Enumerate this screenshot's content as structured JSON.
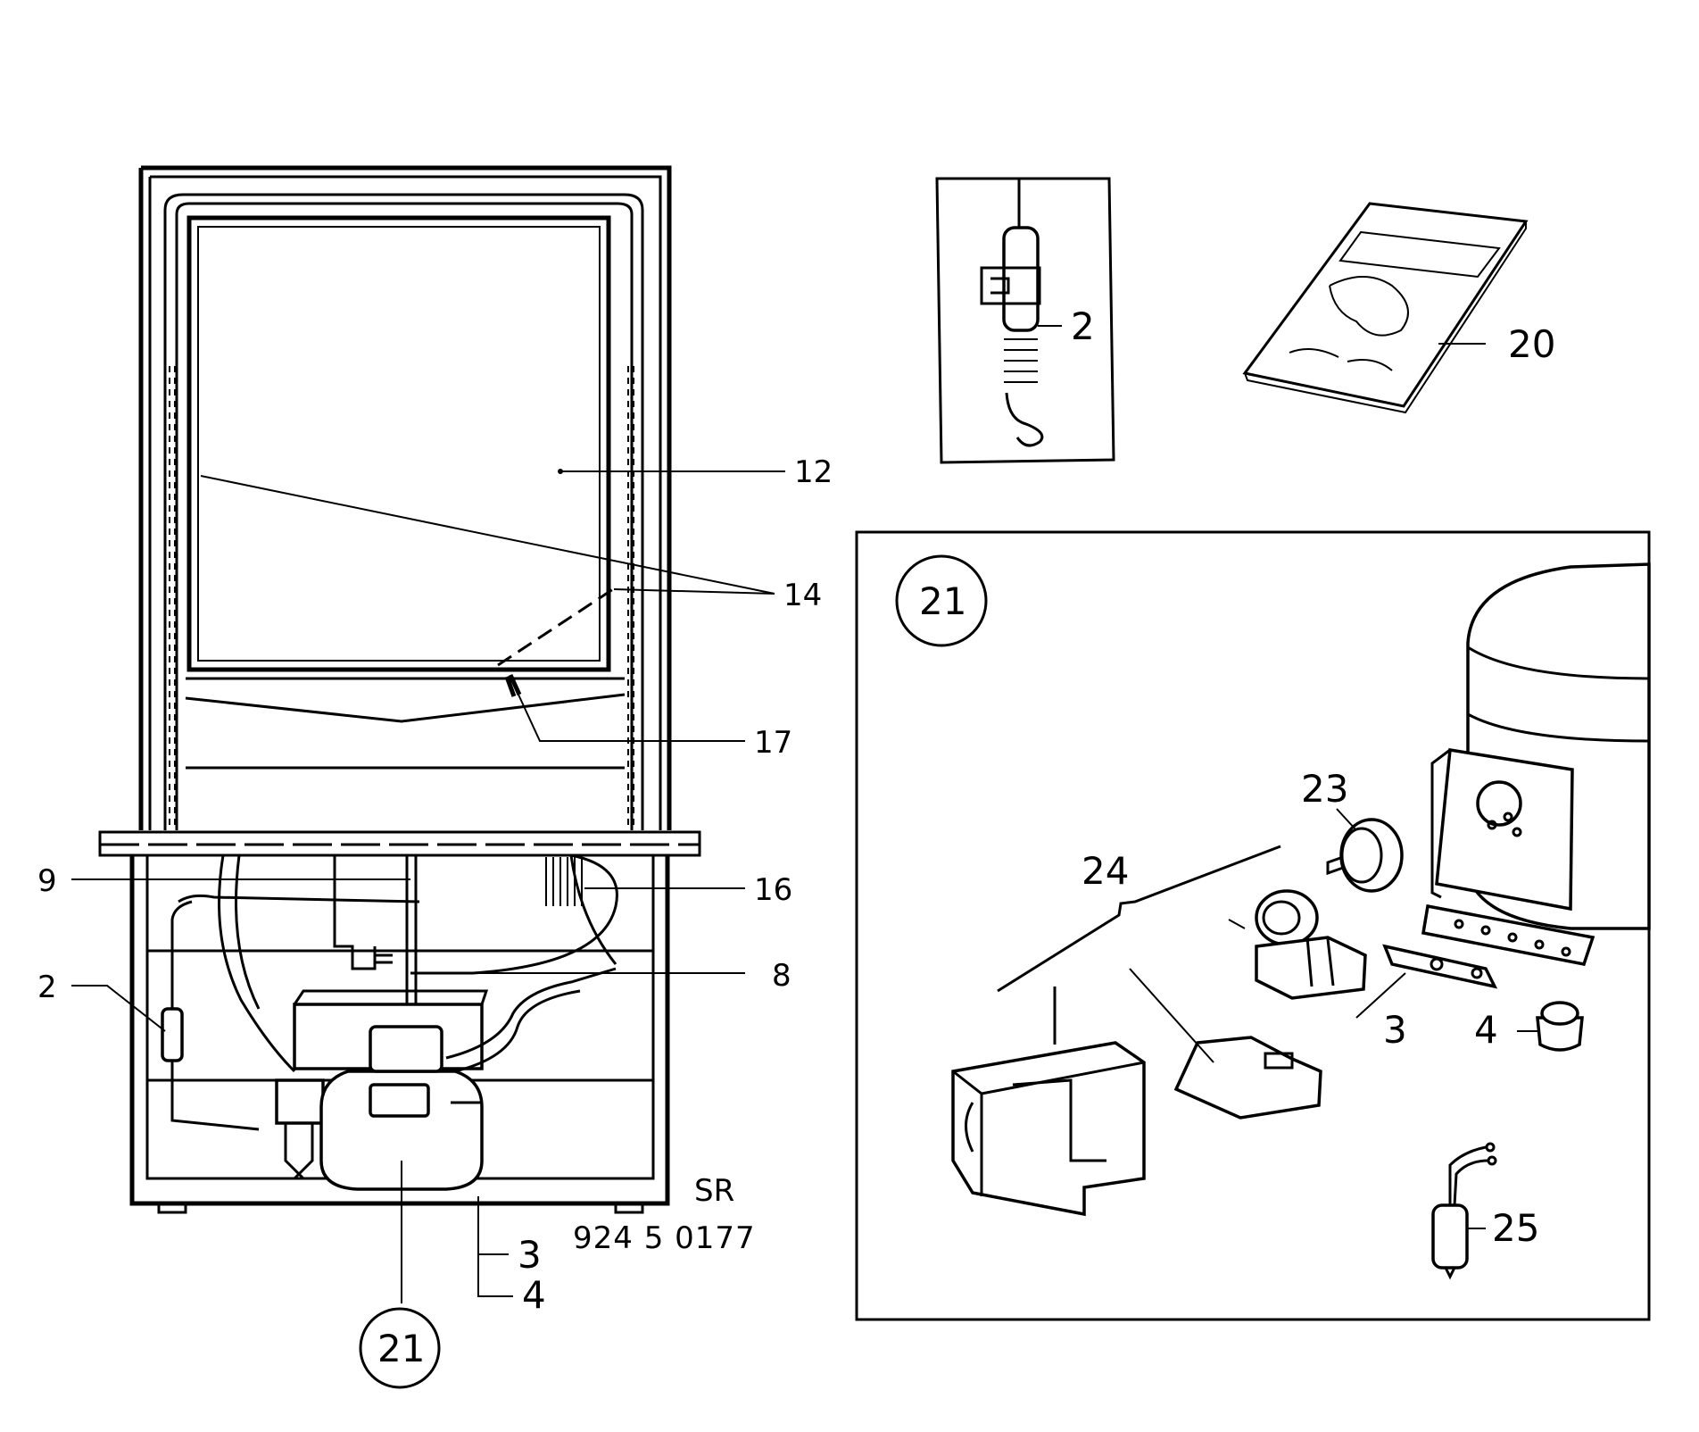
{
  "diagram": {
    "drawing_code": "924 5 0177",
    "model_mark": "SR",
    "callouts": {
      "c12": "12",
      "c14": "14",
      "c17": "17",
      "c9": "9",
      "c16": "16",
      "c8": "8",
      "c2_main": "2",
      "c3_main": "3",
      "c4_main": "4",
      "c21_main": "21",
      "c2_inset": "2",
      "c20": "20",
      "c21_box": "21",
      "c23": "23",
      "c24": "24",
      "c3_box": "3",
      "c4_box": "4",
      "c25": "25"
    }
  }
}
